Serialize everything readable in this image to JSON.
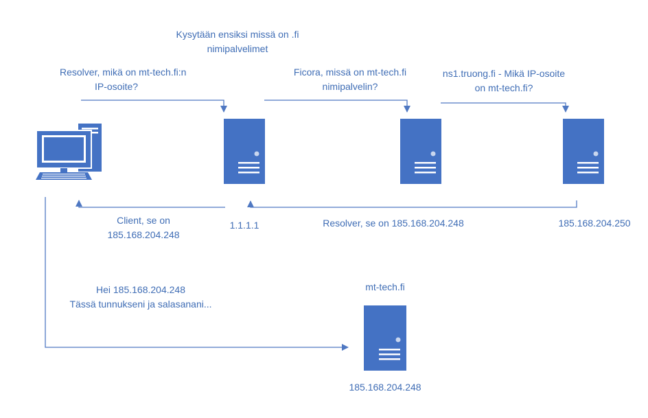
{
  "colors": {
    "accent": "#4472c4",
    "text": "#3f6db5",
    "line": "#4f78c2"
  },
  "labels": {
    "ask_fi": [
      "Kysytään ensiksi missä on .fi",
      "nimipalvelimet"
    ],
    "resolver_question": [
      "Resolver, mikä on mt-tech.fi:n",
      "IP-osoite?"
    ],
    "ficora_question": [
      "Ficora, missä on mt-tech.fi",
      "nimipalvelin?"
    ],
    "ns1_question": [
      "ns1.truong.fi - Mikä IP-osoite",
      "on mt-tech.fi?"
    ],
    "client_answer": [
      "Client, se on",
      "185.168.204.248"
    ],
    "resolver_ip": "1.1.1.1",
    "resolver_answer": "Resolver, se on 185.168.204.248",
    "ns1_ip": "185.168.204.250",
    "login_message": [
      "Hei 185.168.204.248",
      "Tässä tunnukseni ja salasanani..."
    ],
    "target_name": "mt-tech.fi",
    "target_ip": "185.168.204.248"
  },
  "icons": {
    "client": "desktop-computer-icon",
    "server": "server-icon"
  }
}
